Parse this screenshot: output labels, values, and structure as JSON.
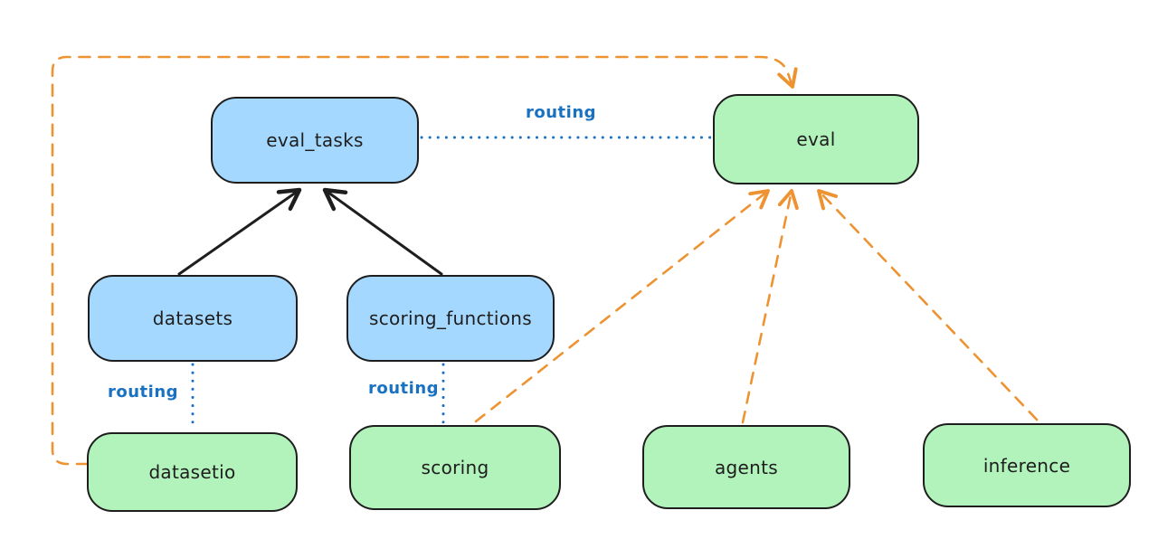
{
  "colors": {
    "blue_fill": "#a5d8ff",
    "green_fill": "#b2f2bb",
    "stroke": "#1e1e1e",
    "orange": "#ed9332",
    "blue": "#1971c2"
  },
  "nodes": {
    "eval_tasks": {
      "label": "eval_tasks",
      "color": "blue"
    },
    "eval": {
      "label": "eval",
      "color": "green"
    },
    "datasets": {
      "label": "datasets",
      "color": "blue"
    },
    "scoring_functions": {
      "label": "scoring_functions",
      "color": "blue"
    },
    "datasetio": {
      "label": "datasetio",
      "color": "green"
    },
    "scoring": {
      "label": "scoring",
      "color": "green"
    },
    "agents": {
      "label": "agents",
      "color": "green"
    },
    "inference": {
      "label": "inference",
      "color": "green"
    }
  },
  "edges": [
    {
      "from": "datasets",
      "to": "eval_tasks",
      "style": "solid-arrow",
      "color": "black",
      "label": ""
    },
    {
      "from": "scoring_functions",
      "to": "eval_tasks",
      "style": "solid-arrow",
      "color": "black",
      "label": ""
    },
    {
      "from": "eval_tasks",
      "to": "eval",
      "style": "dotted",
      "color": "blue",
      "label": "routing"
    },
    {
      "from": "datasets",
      "to": "datasetio",
      "style": "dotted",
      "color": "blue",
      "label": "routing"
    },
    {
      "from": "scoring_functions",
      "to": "scoring",
      "style": "dotted",
      "color": "blue",
      "label": "routing"
    },
    {
      "from": "datasetio",
      "to": "eval",
      "style": "dashed-arrow",
      "color": "orange",
      "label": ""
    },
    {
      "from": "scoring",
      "to": "eval",
      "style": "dashed-arrow",
      "color": "orange",
      "label": ""
    },
    {
      "from": "agents",
      "to": "eval",
      "style": "dashed-arrow",
      "color": "orange",
      "label": ""
    },
    {
      "from": "inference",
      "to": "eval",
      "style": "dashed-arrow",
      "color": "orange",
      "label": ""
    }
  ]
}
